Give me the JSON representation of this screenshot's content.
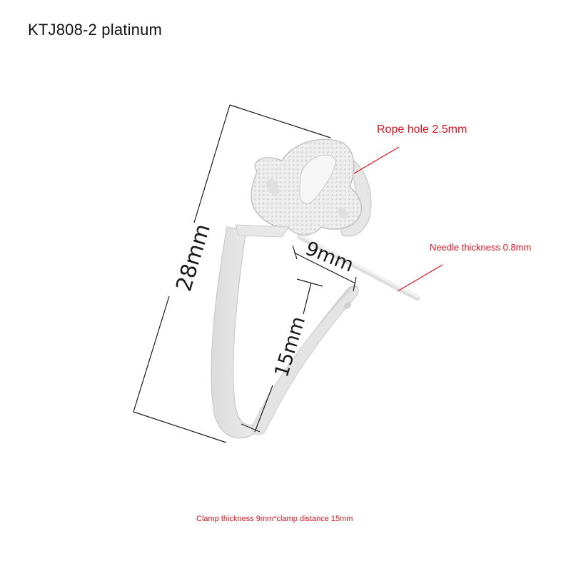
{
  "title": "KTJ808-2 platinum",
  "annotations": {
    "rope_hole": "Rope hole 2.5mm",
    "needle_thickness": "Needle thickness 0.8mm",
    "caption": "Clamp thickness 9mm*clamp distance 15mm"
  },
  "dimensions": {
    "total_length": "28mm",
    "clamp_width": "9mm",
    "clamp_distance": "15mm"
  },
  "colors": {
    "annotation_red": "#d7141f",
    "title_text": "#111111",
    "metal": "#e9e9e9"
  }
}
